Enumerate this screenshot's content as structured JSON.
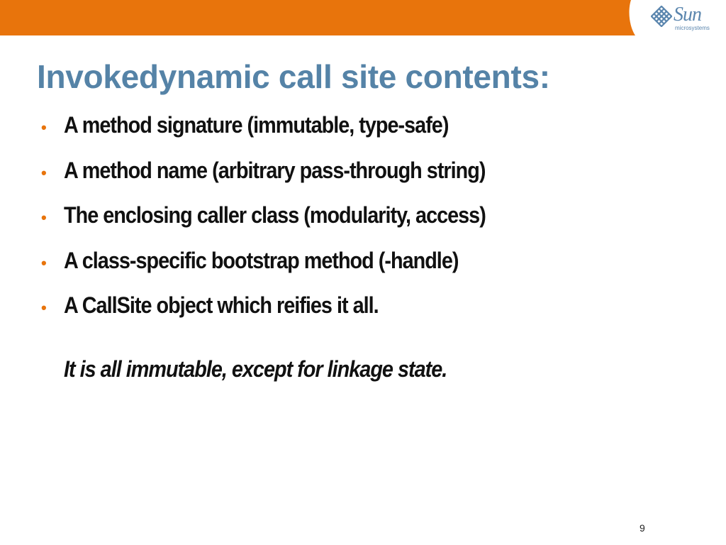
{
  "slide": {
    "title": "Invokedynamic call site contents:",
    "bullets": [
      "A method signature (immutable, type-safe)",
      "A method name (arbitrary pass-through string)",
      "The enclosing caller class (modularity, access)",
      "A class-specific bootstrap method (-handle)",
      "A CallSite object which reifies it all."
    ],
    "note": "It is all immutable, except for linkage state.",
    "page_number": "9"
  },
  "branding": {
    "logo_text": "Sun",
    "logo_subtext": "microsystems",
    "top_bar_color": "#e8740c",
    "logo_color": "#5b86ae",
    "title_color": "#5583a7",
    "bullet_color": "#e8740c"
  }
}
